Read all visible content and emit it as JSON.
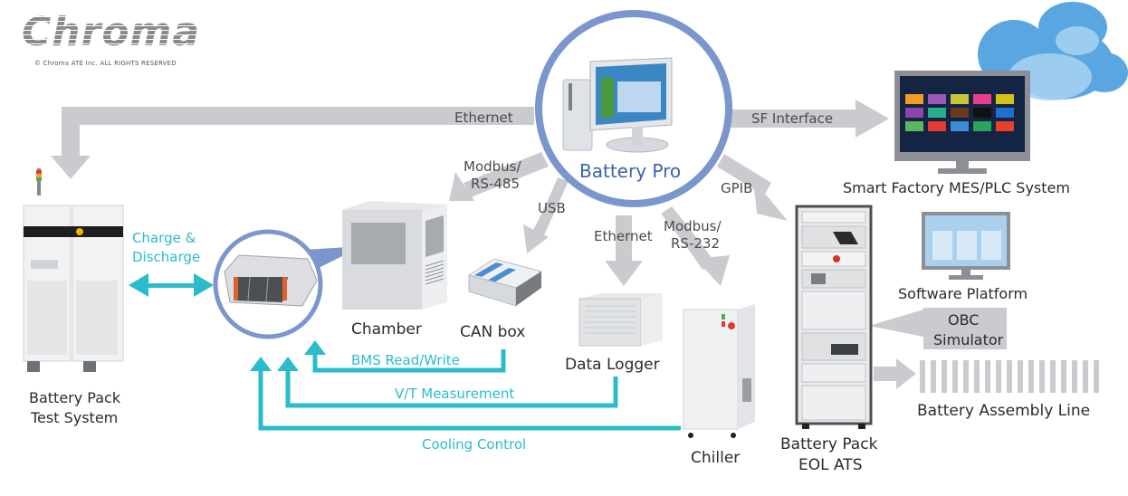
{
  "brand": {
    "logo_text": "Chroma",
    "copyright": "© Chroma ATE Inc. ALL RIGHTS RESERVED"
  },
  "colors": {
    "arrow_gray": "#c9cbcf",
    "signal_teal": "#2bbccb",
    "hub_blue": "#7a96cc",
    "hub_text": "#3b63ad",
    "text": "#2b2b2b"
  },
  "hub": {
    "label": "Battery Pro",
    "icon": "desktop-computer-icon"
  },
  "devices": {
    "test_system": {
      "line1": "Battery Pack",
      "line2": "Test System",
      "icon": "test-cabinet-icon"
    },
    "battery_pack": {
      "icon": "battery-pack-icon"
    },
    "chamber": {
      "label": "Chamber",
      "icon": "chamber-icon"
    },
    "can_box": {
      "label": "CAN box",
      "icon": "can-box-icon"
    },
    "data_logger": {
      "label": "Data Logger",
      "icon": "data-logger-icon"
    },
    "chiller": {
      "label": "Chiller",
      "icon": "chiller-icon"
    },
    "eol_ats": {
      "line1": "Battery Pack",
      "line2": "EOL ATS",
      "icon": "eol-rack-icon"
    },
    "mes": {
      "label": "Smart Factory MES/PLC System",
      "icon": "cloud-monitor-icon"
    },
    "software_platform": {
      "label": "Software Platform",
      "icon": "monitor-icon"
    },
    "obc": {
      "line1": "OBC",
      "line2": "Simulator"
    },
    "assembly_line": {
      "label": "Battery Assembly Line"
    }
  },
  "connections": {
    "ethernet_top": "Ethernet",
    "sf_interface": "SF Interface",
    "modbus_485_1": "Modbus/",
    "modbus_485_2": "RS-485",
    "usb": "USB",
    "ethernet_mid": "Ethernet",
    "modbus_232_1": "Modbus/",
    "modbus_232_2": "RS-232",
    "gpib": "GPIB"
  },
  "signals": {
    "charge_1": "Charge &",
    "charge_2": "Discharge",
    "bms": "BMS Read/Write",
    "vt": "V/T Measurement",
    "cooling": "Cooling Control"
  }
}
